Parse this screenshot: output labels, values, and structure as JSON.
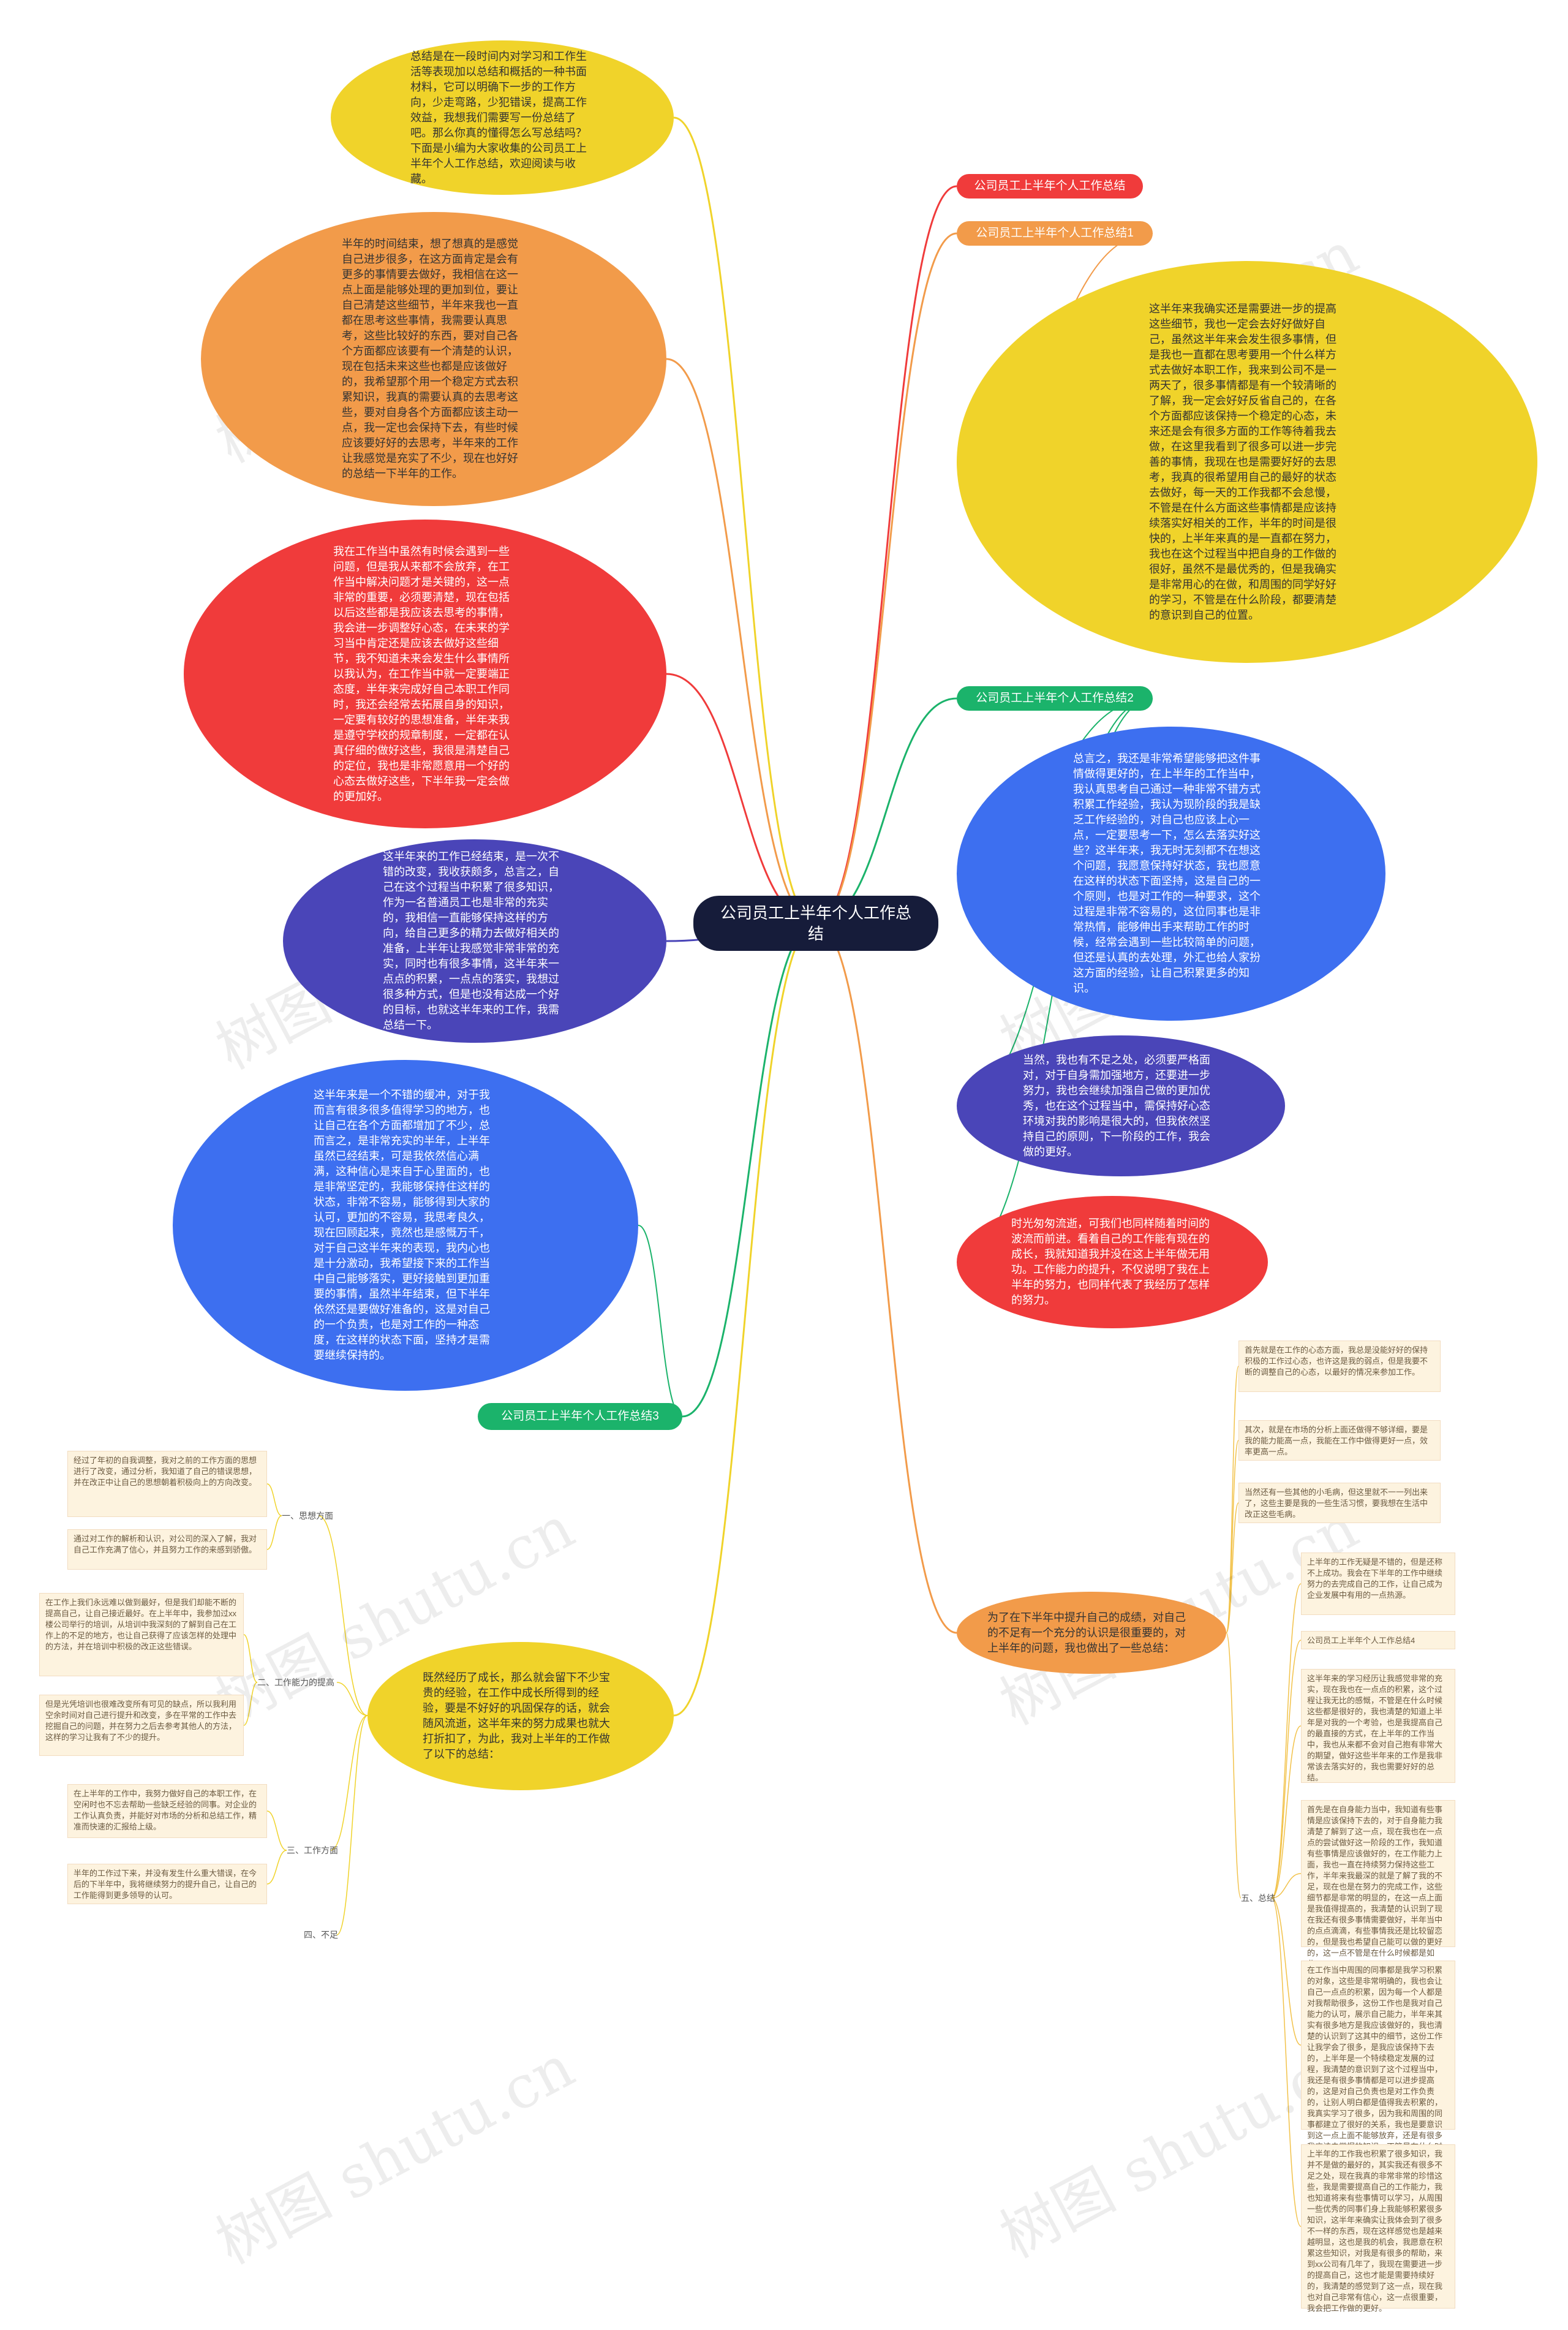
{
  "root": {
    "title": "公司员工上半年个人工作总结"
  },
  "topics": [
    {
      "label": "公司员工上半年个人工作总结",
      "color": "#f03b3b"
    },
    {
      "label": "公司员工上半年个人工作总结1",
      "color": "#f29b4a"
    },
    {
      "label": "公司员工上半年个人工作总结2",
      "color": "#1bb36b"
    },
    {
      "label": "公司员工上半年个人工作总结3",
      "color": "#1bb36b"
    },
    {
      "label": "公司员工上半年个人工作总结4",
      "color": "#f2c24a"
    }
  ],
  "left_bubbles": [
    {
      "color": "#f0d32a",
      "text": "总结是在一段时间内对学习和工作生活等表现加以总结和概括的一种书面材料，它可以明确下一步的工作方向，少走弯路，少犯错误，提高工作效益，我想我们需要写一份总结了吧。那么你真的懂得怎么写总结吗？下面是小编为大家收集的公司员工上半年个人工作总结，欢迎阅读与收藏。"
    },
    {
      "color": "#f29b4a",
      "text": "半年的时间结束，想了想真的是感觉自己进步很多，在这方面肯定是会有更多的事情要去做好，我相信在这一点上面是能够处理的更加到位，要让自己清楚这些细节，半年来我也一直都在思考这些事情，我需要认真思考，这些比较好的东西，要对自己各个方面都应该要有一个清楚的认识，现在包括未来这些也都是应该做好的，我希望那个用一个稳定方式去积累知识，我真的需要认真的去思考这些，要对自身各个方面都应该主动一点，我一定也会保持下去，有些时候应该要好好的去思考，半年来的工作让我感觉是充实了不少，现在也好好的总结一下半年的工作。"
    },
    {
      "color": "#f03b3b",
      "text": "我在工作当中虽然有时候会遇到一些问题，但是我从来都不会放弃，在工作当中解决问题才是关键的，这一点非常的重要，必须要清楚，现在包括以后这些都是我应该去思考的事情，我会进一步调整好心态，在未来的学习当中肯定还是应该去做好这些细节，我不知道未来会发生什么事情所以我认为，在工作当中就一定要端正态度，半年来完成好自己本职工作同时，我还会经常去拓展自身的知识，一定要有较好的思想准备，半年来我是遵守学校的规章制度，一定都在认真仔细的做好这些，我很是清楚自己的定位，我也是非常愿意用一个好的心态去做好这些，下半年我一定会做的更加好。"
    },
    {
      "color": "#4a45b8",
      "text": "这半年来的工作已经结束，是一次不错的改变，我收获颇多，总言之，自己在这个过程当中积累了很多知识，作为一名普通员工也是非常的充实的，我相信一直能够保持这样的方向，给自己更多的精力去做好相关的准备，上半年让我感觉非常非常的充实，同时也有很多事情，这半年来一点点的积累，一点点的落实，我想过很多种方式，但是也没有达成一个好的目标，也就这半年来的工作，我需总结一下。"
    },
    {
      "color": "#3d6ff0",
      "text": "这半年来是一个不错的缓冲，对于我而言有很多很多值得学习的地方，也让自己在各个方面都增加了不少，总而言之，是非常充实的半年，上半年虽然已经结束，可是我依然信心满满，这种信心是来自于心里面的，也是非常坚定的，我能够保持住这样的状态，非常不容易，能够得到大家的认可，更加的不容易，我思考良久，现在回顾起来，竟然也是感慨万千，对于自己这半年来的表现，我内心也是十分激动，我希望接下来的工作当中自己能够落实，更好接触到更加重要的事情，虽然半年结束，但下半年依然还是要做好准备的，这是对自己的一个负责，也是对工作的一种态度，在这样的状态下面，坚持才是需要继续保持的。"
    },
    {
      "color": "#f0d32a",
      "text": "既然经历了成长，那么就会留下不少宝贵的经验，在工作中成长所得到的经验，要是不好好的巩固保存的话，就会随风流逝，这半年来的努力成果也就大打折扣了，为此，我对上半年的工作做了以下的总结："
    }
  ],
  "right_bubbles": [
    {
      "color": "#f0d32a",
      "text": "这半年来我确实还是需要进一步的提高这些细节，我也一定会去好好做好自己，虽然这半年来会发生很多事情，但是我也一直都在思考要用一个什么样方式去做好本职工作，我来到公司不是一两天了，很多事情都是有一个较清晰的了解，我一定会好好反省自己的，在各个方面都应该保持一个稳定的心态，未来还是会有很多方面的工作等待着我去做，在这里我看到了很多可以进一步完善的事情，我现在也是需要好好的去思考，我真的很希望用自己的最好的状态去做好，每一天的工作我都不会怠慢，不管是在什么方面这些事情都是应该持续落实好相关的工作，半年的时间是很快的，上半年来真的是一直都在努力，我也在这个过程当中把自身的工作做的很好，虽然不是最优秀的，但是我确实是非常用心的在做，和周围的同学好好的学习，不管是在什么阶段，都要清楚的意识到自己的位置。"
    },
    {
      "color": "#3d6ff0",
      "text": "总言之，我还是非常希望能够把这件事情做得更好的，在上半年的工作当中，我认真思考自己通过一种非常不错方式积累工作经验，我认为现阶段的我是缺乏工作经验的，对自己也应该上心一点，一定要思考一下，怎么去落实好这些？这半年来，我无时无刻都不在想这个问题，我愿意保持好状态，我也愿意在这样的状态下面坚持，这是自己的一个原则，也是对工作的一种要求，这个过程是非常不容易的，这位同事也是非常热情，能够伸出手来帮助工作的时候，经常会遇到一些比较简单的问题，但还是认真的去处理，外汇也给人家扮这方面的经验，让自己积累更多的知识。"
    },
    {
      "color": "#4a45b8",
      "text": "当然，我也有不足之处，必须要严格面对，对于自身需加强地方，还要进一步努力，我也会继续加强自己做的更加优秀，也在这个过程当中，需保持好心态环境对我的影响是很大的，但我依然坚持自己的原则，下一阶段的工作，我会做的更好。"
    },
    {
      "color": "#f03b3b",
      "text": "时光匆匆流逝，可我们也同样随着时间的波流而前进。看着自己的工作能有现在的成长，我就知道我并没在这上半年做无用功。工作能力的提升，不仅说明了我在上半年的努力，也同样代表了我经历了怎样的努力。"
    },
    {
      "color": "#f29b4a",
      "text": "为了在下半年中提升自己的成绩，对自己的不足有一个充分的认识是很重要的，对上半年的问题，我也做出了一些总结："
    }
  ],
  "right_notes": [
    "首先就是在工作的心态方面，我总是没能好好的保持积极的工作过心态，也许这是我的弱点，但是我要不断的调整自己的心态，以最好的情况来参加工作。",
    "其次，就是在市场的分析上面还做得不够详细，要是我的能力能高一点，我能在工作中做得更好一点，效率更高一点。",
    "当然还有一些其他的小毛病，但这里就不一一列出来了，这些主要是我的一些生活习惯，要我想在生活中改正这些毛病。"
  ],
  "summary_branch": {
    "label": "五、总结",
    "items": [
      "上半年的工作无疑是不错的，但是还称不上成功。我会在下半年的工作中继续努力的去完成自己的工作，让自己成为企业发展中有用的一点热源。",
      "公司员工上半年个人工作总结4",
      "这半年来的学习经历让我感觉非常的充实，现在我也在一点点的积累，这个过程让我无比的感慨，不管是在什么时候这些都是很好的，我也清楚的知道上半年是对我的一个考验，也是我提高自己的最直接的方式，在上半年的工作当中，我也从来都不会对自己抱有非常大的期望，做好这些半年来的工作是我非常该去落实好的，我也需要好好的总结。",
      "首先是在自身能力当中，我知道有些事情是应该保持下去的，对于自身能力我清楚了解到了这一点，现在我也在一点点的尝试做好这一阶段的工作，我知道有些事情是应该做好的，在工作能力上面，我也一直在持续努力保持这些工作，半年来我最深的就是了解了我的不足，现在也是在努力的完成工作，这些细节都是非常的明显的，在这一点上面是我值得提高的，我清楚的认识到了现在我还有很多事情需要做好，半年当中的点点滴滴，有些事情我还是比较留恋的，但是我也希望自己能可以做的更好的，这一点不管是在什么时候都是如此。",
      "在工作当中周围的同事都是我学习积累的对象，这些是非常明确的，我也会让自己一点点的积累，因为每一个人都是对我帮助很多，这份工作也是我对自己能力的认可，展示自己能力，半年来其实有很多地方是我应该做好的，我也清楚的认识到了这其中的细节，这份工作让我学会了很多，是我应该保持下去的，上半年是一个特续稳定发展的过程，我清楚的意识到了这个过程当中，我还是有很多事情都是可以进步提高的，这是对自己负责也是对工作负责的，让别人明白都是值得我去积累的，我真实学习了很多，因为我和周围的同事都建立了很好的关系，我也是要意识到这一点上面不能够放弃，还是有很多我应该去掌握的知识，不管是在什么时候都要清楚这些。",
      "上半年的工作我也积累了很多知识，我并不是做的最好的，其实我还有很多不足之处，现在我真的非常非常的珍惜这些，我是需要提高自己的工作能力，我也知道将来有些事情可以学习，从周围一些优秀的同事们身上我能够积累很多知识，这半年来确实让我体会到了很多不一样的东西，现在这样感觉也是越来越明显，这也是我的机会，我愿意在积累这些知识，对我是有很多的帮助，来到xx公司有几年了，我现在需要进一步的提高自己，这也才能是需要持续好的，我清楚的感觉到了这一点，现在我也对自己非常有信心，这一点很重要，我会把工作做的更好。"
    ]
  },
  "left_notes": {
    "sections": [
      {
        "label": "一、思想方面",
        "items": [
          "经过了年初的自我调整，我对之前的工作方面的思想进行了改变，通过分析，我知道了自己的错误思想，并在改正中让自己的思想朝着积极向上的方向改变。",
          "通过对工作的解析和认识，对公司的深入了解，我对自己工作充满了信心，并且努力工作的来感到骄傲。"
        ]
      },
      {
        "label": "二、工作能力的提高",
        "items": [
          "在工作上我们永远难以做到最好，但是我们却能不断的提高自己，让自己接近最好。在上半年中，我参加过xx楼公司举行的培训，从培训中我深刻的了解到自己在工作上的不足的地方，也让自己获得了应该怎样的处理中的方法，并在培训中积极的改正这些错误。",
          "但是光凭培训也很难改变所有可见的缺点，所以我利用空余时间对自己进行提升和改变，多在平常的工作中去挖掘自己的问题，并在努力之后去参考其他人的方法，这样的学习让我有了不少的提升。"
        ]
      },
      {
        "label": "三、工作方面",
        "items": [
          "在上半年的工作中，我努力做好自己的本职工作，在空闲时也不忘去帮助一些缺乏经验的同事。对企业的工作认真负责，并能好对市场的分析和总结工作，精准而快速的汇报给上级。",
          "半年的工作过下来，并没有发生什么重大错误，在今后的下半年中，我将继续努力的提升自己，让自己的工作能得到更多领导的认可。"
        ]
      },
      {
        "label": "四、不足",
        "items": []
      }
    ]
  },
  "watermark": "树图 shutu.cn"
}
